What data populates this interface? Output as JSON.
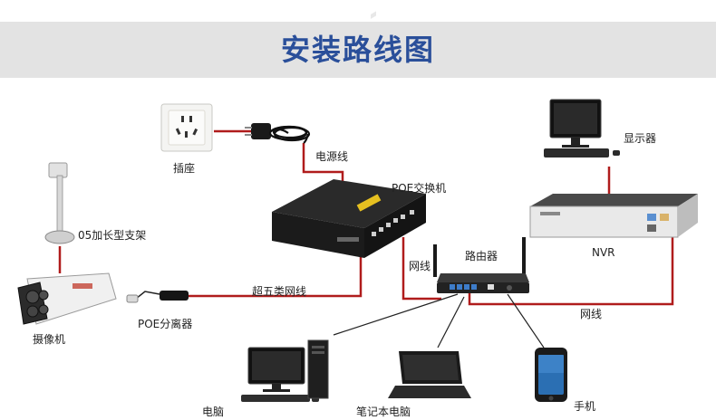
{
  "title": "安装路线图",
  "colors": {
    "cable_red": "#b01c1c",
    "title_blue": "#2a4f9a",
    "header_bg": "#e3e3e3"
  },
  "devices": {
    "socket": "插座",
    "power_cord": "电源线",
    "bracket": "05加长型支架",
    "camera": "摄像机",
    "poe_splitter": "POE分离器",
    "poe_switch": "POE交换机",
    "router": "路由器",
    "nvr": "NVR",
    "monitor": "显示器",
    "desktop_pc": "电脑",
    "laptop": "笔记本电脑",
    "phone": "手机"
  },
  "cables": {
    "cat5e": "超五类网线",
    "switch_router": "网线",
    "router_nvr": "网线"
  }
}
